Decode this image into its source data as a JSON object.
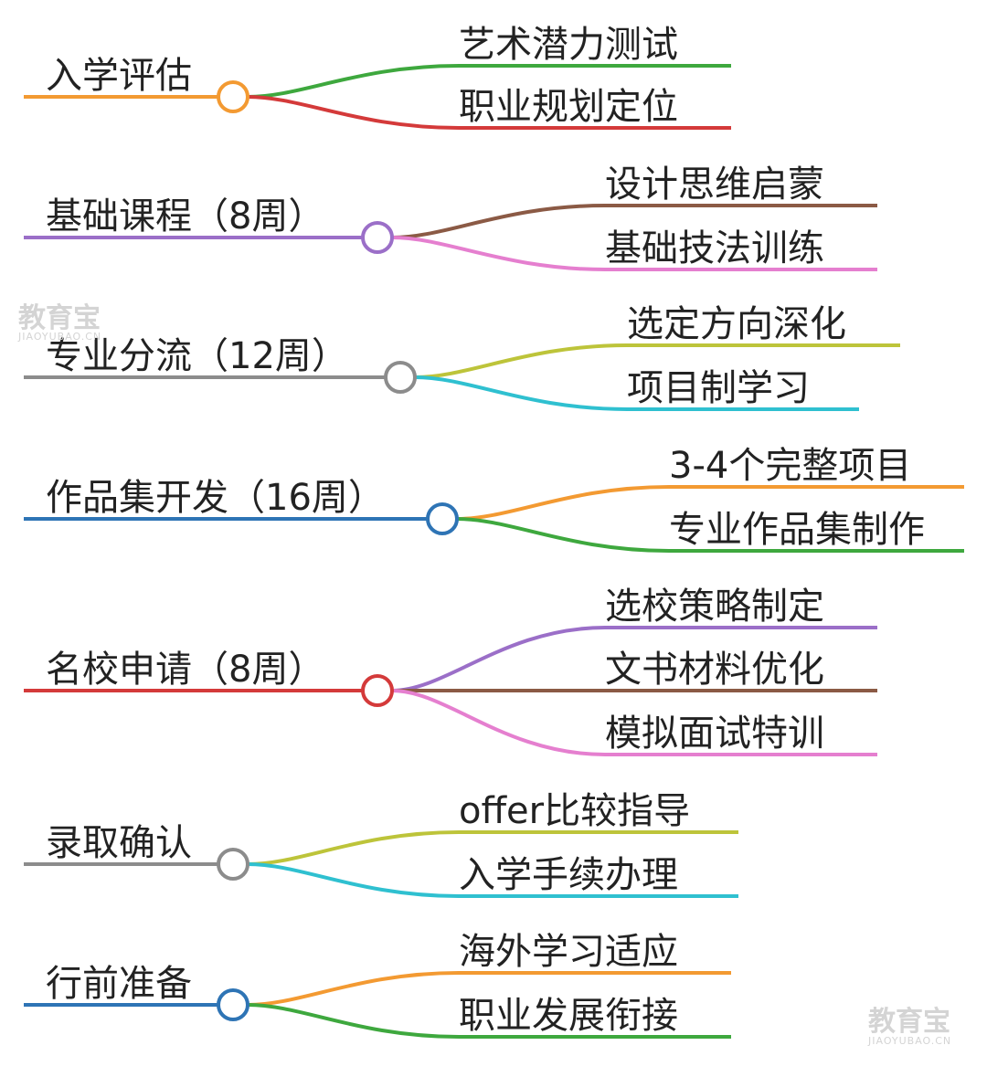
{
  "watermark": {
    "text": "教育宝",
    "subtext": "JIAOYUBAO.CN"
  },
  "stages": [
    {
      "label": "入学评估",
      "color": "#f39a32",
      "children": [
        {
          "label": "艺术潜力测试",
          "color": "#3ea83e"
        },
        {
          "label": "职业规划定位",
          "color": "#d43a3a"
        }
      ]
    },
    {
      "label": "基础课程（8周）",
      "color": "#9b6fc8",
      "children": [
        {
          "label": "设计思维启蒙",
          "color": "#8b5a45"
        },
        {
          "label": "基础技法训练",
          "color": "#e57fcf"
        }
      ]
    },
    {
      "label": "专业分流（12周）",
      "color": "#8c8c8c",
      "children": [
        {
          "label": "选定方向深化",
          "color": "#bdc43a"
        },
        {
          "label": "项目制学习",
          "color": "#2fc0d0"
        }
      ]
    },
    {
      "label": "作品集开发（16周）",
      "color": "#2e74b5",
      "children": [
        {
          "label": "3-4个完整项目",
          "color": "#f39a32"
        },
        {
          "label": "专业作品集制作",
          "color": "#3ea83e"
        }
      ]
    },
    {
      "label": "名校申请（8周）",
      "color": "#d43a3a",
      "children": [
        {
          "label": "选校策略制定",
          "color": "#9b6fc8"
        },
        {
          "label": "文书材料优化",
          "color": "#8b5a45"
        },
        {
          "label": "模拟面试特训",
          "color": "#e57fcf"
        }
      ]
    },
    {
      "label": "录取确认",
      "color": "#8c8c8c",
      "children": [
        {
          "label": "offer比较指导",
          "color": "#bdc43a"
        },
        {
          "label": "入学手续办理",
          "color": "#2fc0d0"
        }
      ]
    },
    {
      "label": "行前准备",
      "color": "#2e74b5",
      "children": [
        {
          "label": "海外学习适应",
          "color": "#f39a32"
        },
        {
          "label": "职业发展衔接",
          "color": "#3ea83e"
        }
      ]
    }
  ]
}
